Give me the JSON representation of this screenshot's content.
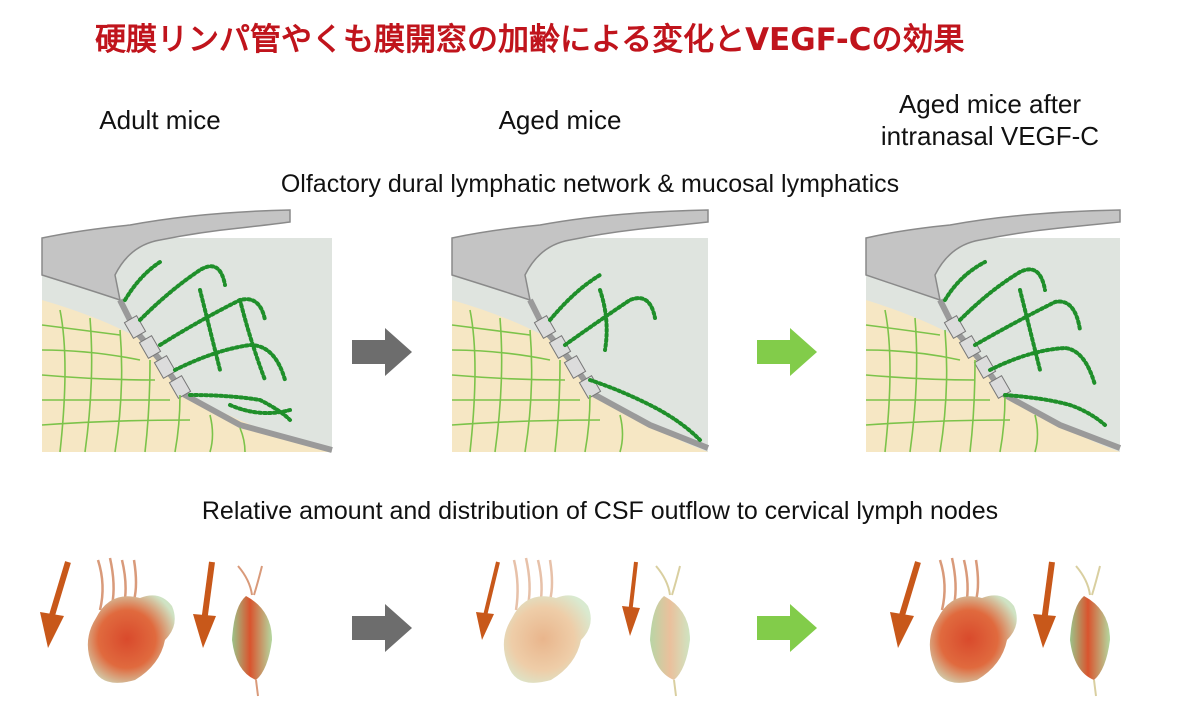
{
  "title": "硬膜リンパ管やくも膜開窓の加齢による変化とVEGF-Cの効果",
  "columns": [
    {
      "label_line1": "Adult mice",
      "label_line2": ""
    },
    {
      "label_line1": "Aged mice",
      "label_line2": ""
    },
    {
      "label_line1": "Aged mice after",
      "label_line2": "intranasal VEGF-C"
    }
  ],
  "sections": {
    "top": "Olfactory dural lymphatic network & mucosal lymphatics",
    "bottom": "Relative amount and distribution of CSF outflow to cervical lymph nodes"
  },
  "colors": {
    "title": "#c0141c",
    "lymphatic": "#1f8f2a",
    "mucosal_lymphatic": "#7cc34a",
    "arrow_gray": "#6d6d6d",
    "arrow_green": "#82cc4a",
    "csf_arrow": "#c8581a",
    "bone": "#c4c4c4",
    "tissue": "#f6e7c4",
    "dura": "#dfe4df"
  },
  "icons": [
    "gray-arrow-icon",
    "green-arrow-icon",
    "csf-flow-arrow-icon"
  ]
}
